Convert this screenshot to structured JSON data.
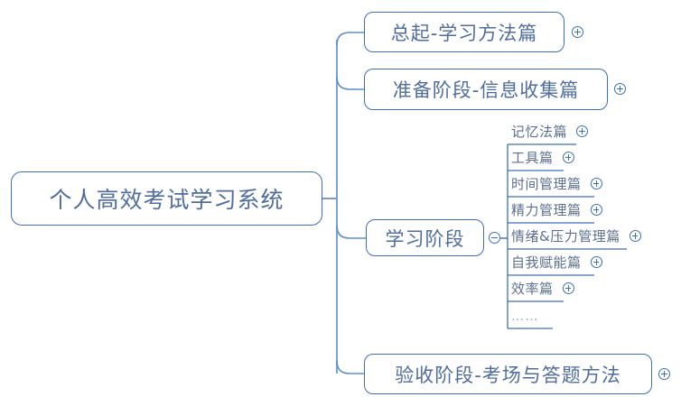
{
  "mindmap": {
    "root": {
      "label": "个人高效考试学习系统",
      "shape": "rounded-rect"
    },
    "branches": [
      {
        "label": "总起-学习方法篇",
        "toggle": "plus-icon",
        "collapsed": true
      },
      {
        "label": "准备阶段-信息收集篇",
        "toggle": "plus-icon",
        "collapsed": true
      },
      {
        "label": "学习阶段",
        "toggle": "minus-icon",
        "collapsed": false
      },
      {
        "label": "验收阶段-考场与答题方法",
        "toggle": "plus-icon",
        "collapsed": true
      }
    ],
    "subitems": [
      {
        "label": "记忆法篇",
        "toggle": "plus-icon",
        "underline_width": 76
      },
      {
        "label": "工具篇",
        "toggle": "plus-icon",
        "underline_width": 62
      },
      {
        "label": "时间管理篇",
        "toggle": "plus-icon",
        "underline_width": 96
      },
      {
        "label": "精力管理篇",
        "toggle": "plus-icon",
        "underline_width": 96
      },
      {
        "label": "情绪&压力管理篇",
        "toggle": "plus-icon",
        "underline_width": 132
      },
      {
        "label": "自我赋能篇",
        "toggle": "plus-icon",
        "underline_width": 96
      },
      {
        "label": "效率篇",
        "toggle": "plus-icon",
        "underline_width": 62
      },
      {
        "label": "……",
        "toggle": "none",
        "underline_width": 50
      }
    ]
  },
  "colors": {
    "line": "#3d6fb4",
    "line_light": "#7da3d4",
    "node_border": "#3d6fb4",
    "node_text": "#4f6d9e",
    "sub_text": "#5d6f91",
    "sub_text_muted": "#9aa8bf",
    "background": "#ffffff"
  }
}
